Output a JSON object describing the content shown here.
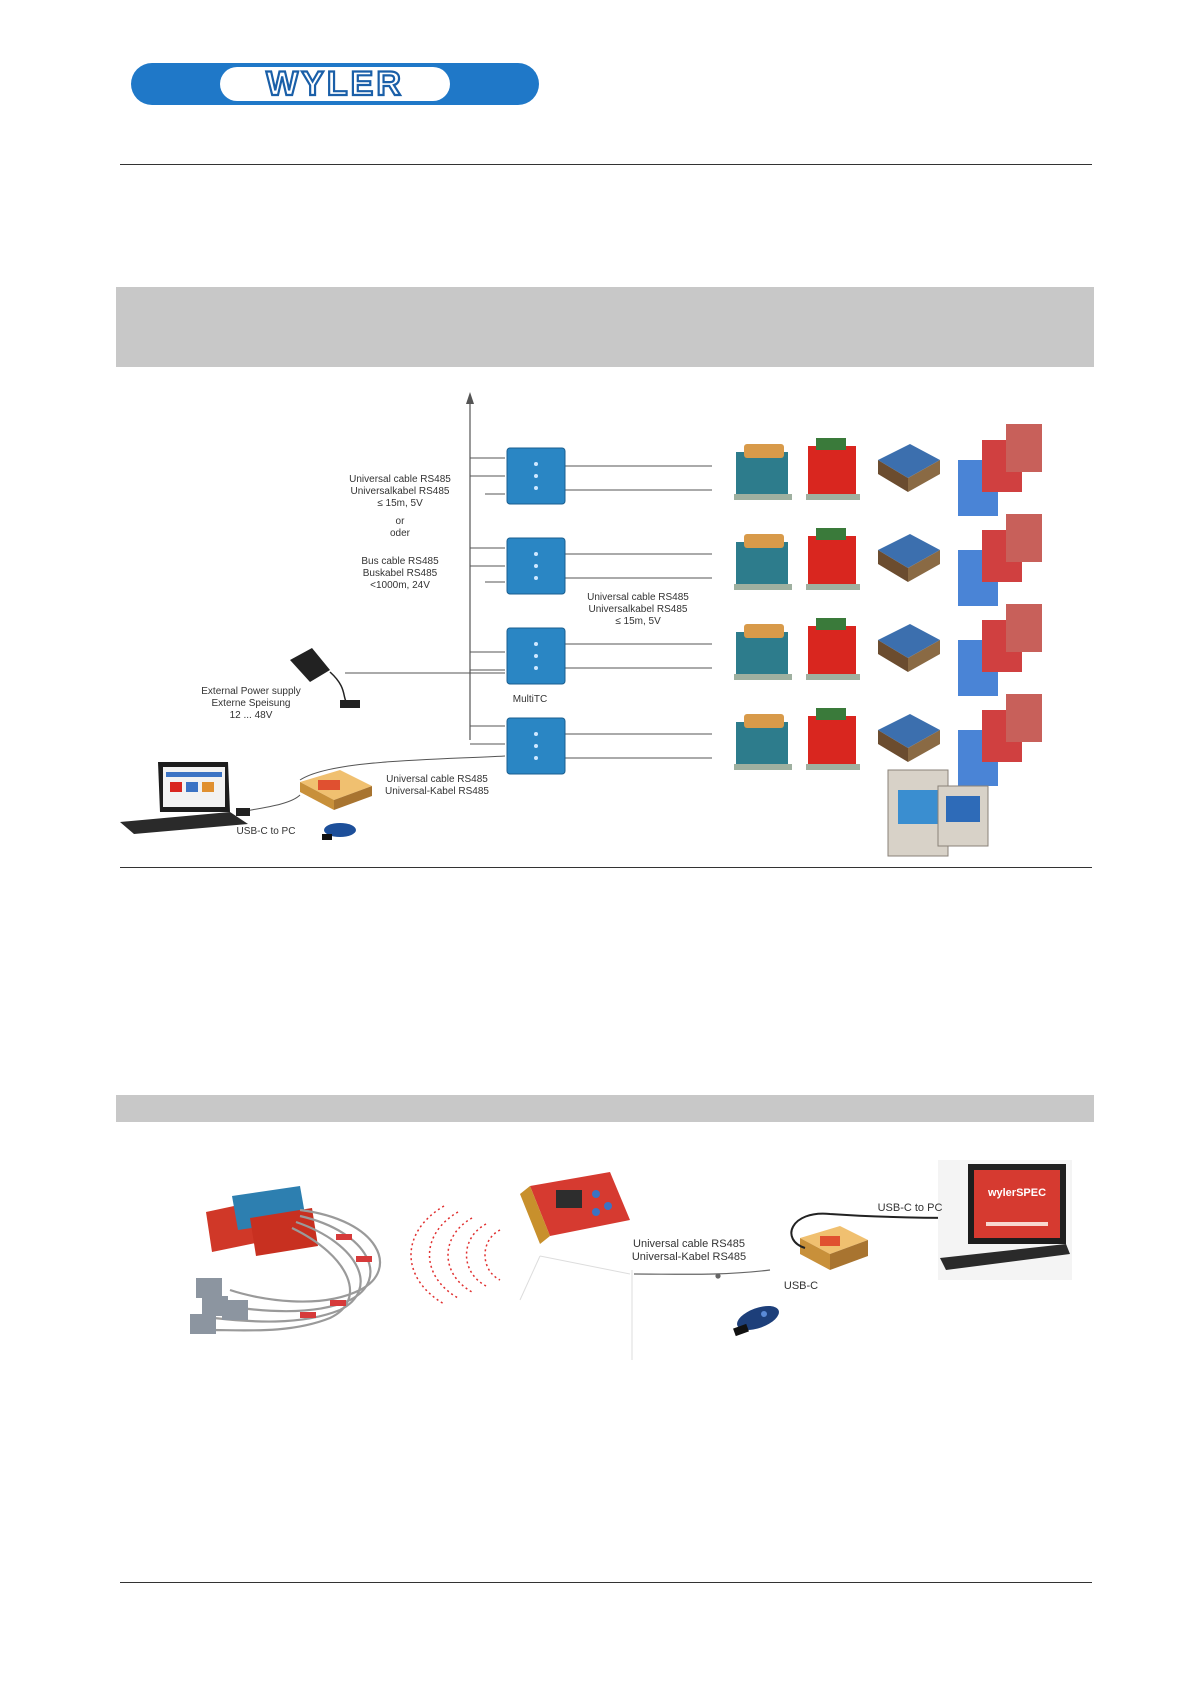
{
  "header": {
    "logo_text": "WYLER",
    "colors": {
      "logo_blue": "#1f78c8",
      "logo_outline": "#1a5fa8"
    }
  },
  "diagram1": {
    "left_cable": {
      "line1": "Universal cable RS485",
      "line2": "Universalkabel RS485",
      "line3": "≤ 15m, 5V",
      "or_en": "or",
      "or_de": "oder"
    },
    "bus_cable": {
      "line1": "Bus cable RS485",
      "line2": "Buskabel RS485",
      "line3": "<1000m, 24V"
    },
    "right_cable": {
      "line1": "Universal cable RS485",
      "line2": "Universalkabel RS485",
      "line3": "≤ 15m, 5V"
    },
    "power": {
      "line1": "External Power supply",
      "line2": "Externe Speisung",
      "line3": "12 ... 48V"
    },
    "hub_label": "MultiTC",
    "bottom_cable": {
      "line1": "Universal cable RS485",
      "line2": "Universal-Kabel RS485"
    },
    "usb_label": "USB-C to PC"
  },
  "diagram2": {
    "cable": {
      "line1": "Universal cable RS485",
      "line2": "Universal-Kabel RS485"
    },
    "usb_pc_label": "USB-C to PC",
    "usb_label": "USB-C",
    "laptop_screen_text": "wylerSPEC"
  }
}
